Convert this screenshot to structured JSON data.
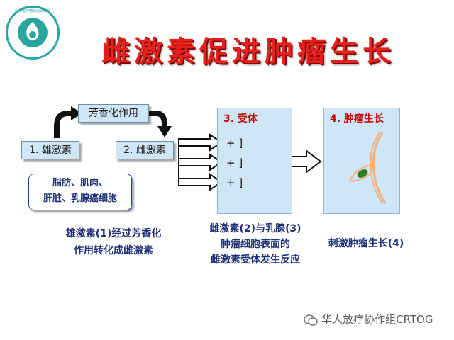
{
  "slide": {
    "title": "雌激素促进肿瘤生长",
    "logo_text": "山东省肿瘤防治研究院"
  },
  "diagram": {
    "step1_label": "1. 雄激素",
    "aromatization_label": "芳香化作用",
    "step2_label": "2. 雌激素",
    "tissue_line1": "脂肪、肌肉、",
    "tissue_line2": "肝脏、乳腺癌细胞",
    "receptor_title": "3. 受体",
    "receptor_rows": [
      "+ ]",
      "+ ]",
      "+ ]"
    ],
    "growth_title": "4. 肿瘤生长"
  },
  "captions": {
    "left_line1": "雄激素(1)经过芳香化",
    "left_line2": "作用转化成雌激素",
    "middle_line1": "雌激素(2)与乳腺(3)",
    "middle_line2": "肿瘤细胞表面的",
    "middle_line3": "雌激素受体发生反应",
    "right_line1": "刺激肿瘤生长(4)"
  },
  "watermark": {
    "text": "华人放疗协作组CRTOG"
  },
  "colors": {
    "title_red": "#e8201c",
    "box_fill": "#cfe6f7",
    "caption_blue": "#1f2f78",
    "stage_title_red": "#cc0000",
    "tumor_green": "#2e7d1f",
    "tumor_peach": "#f4b07a"
  }
}
